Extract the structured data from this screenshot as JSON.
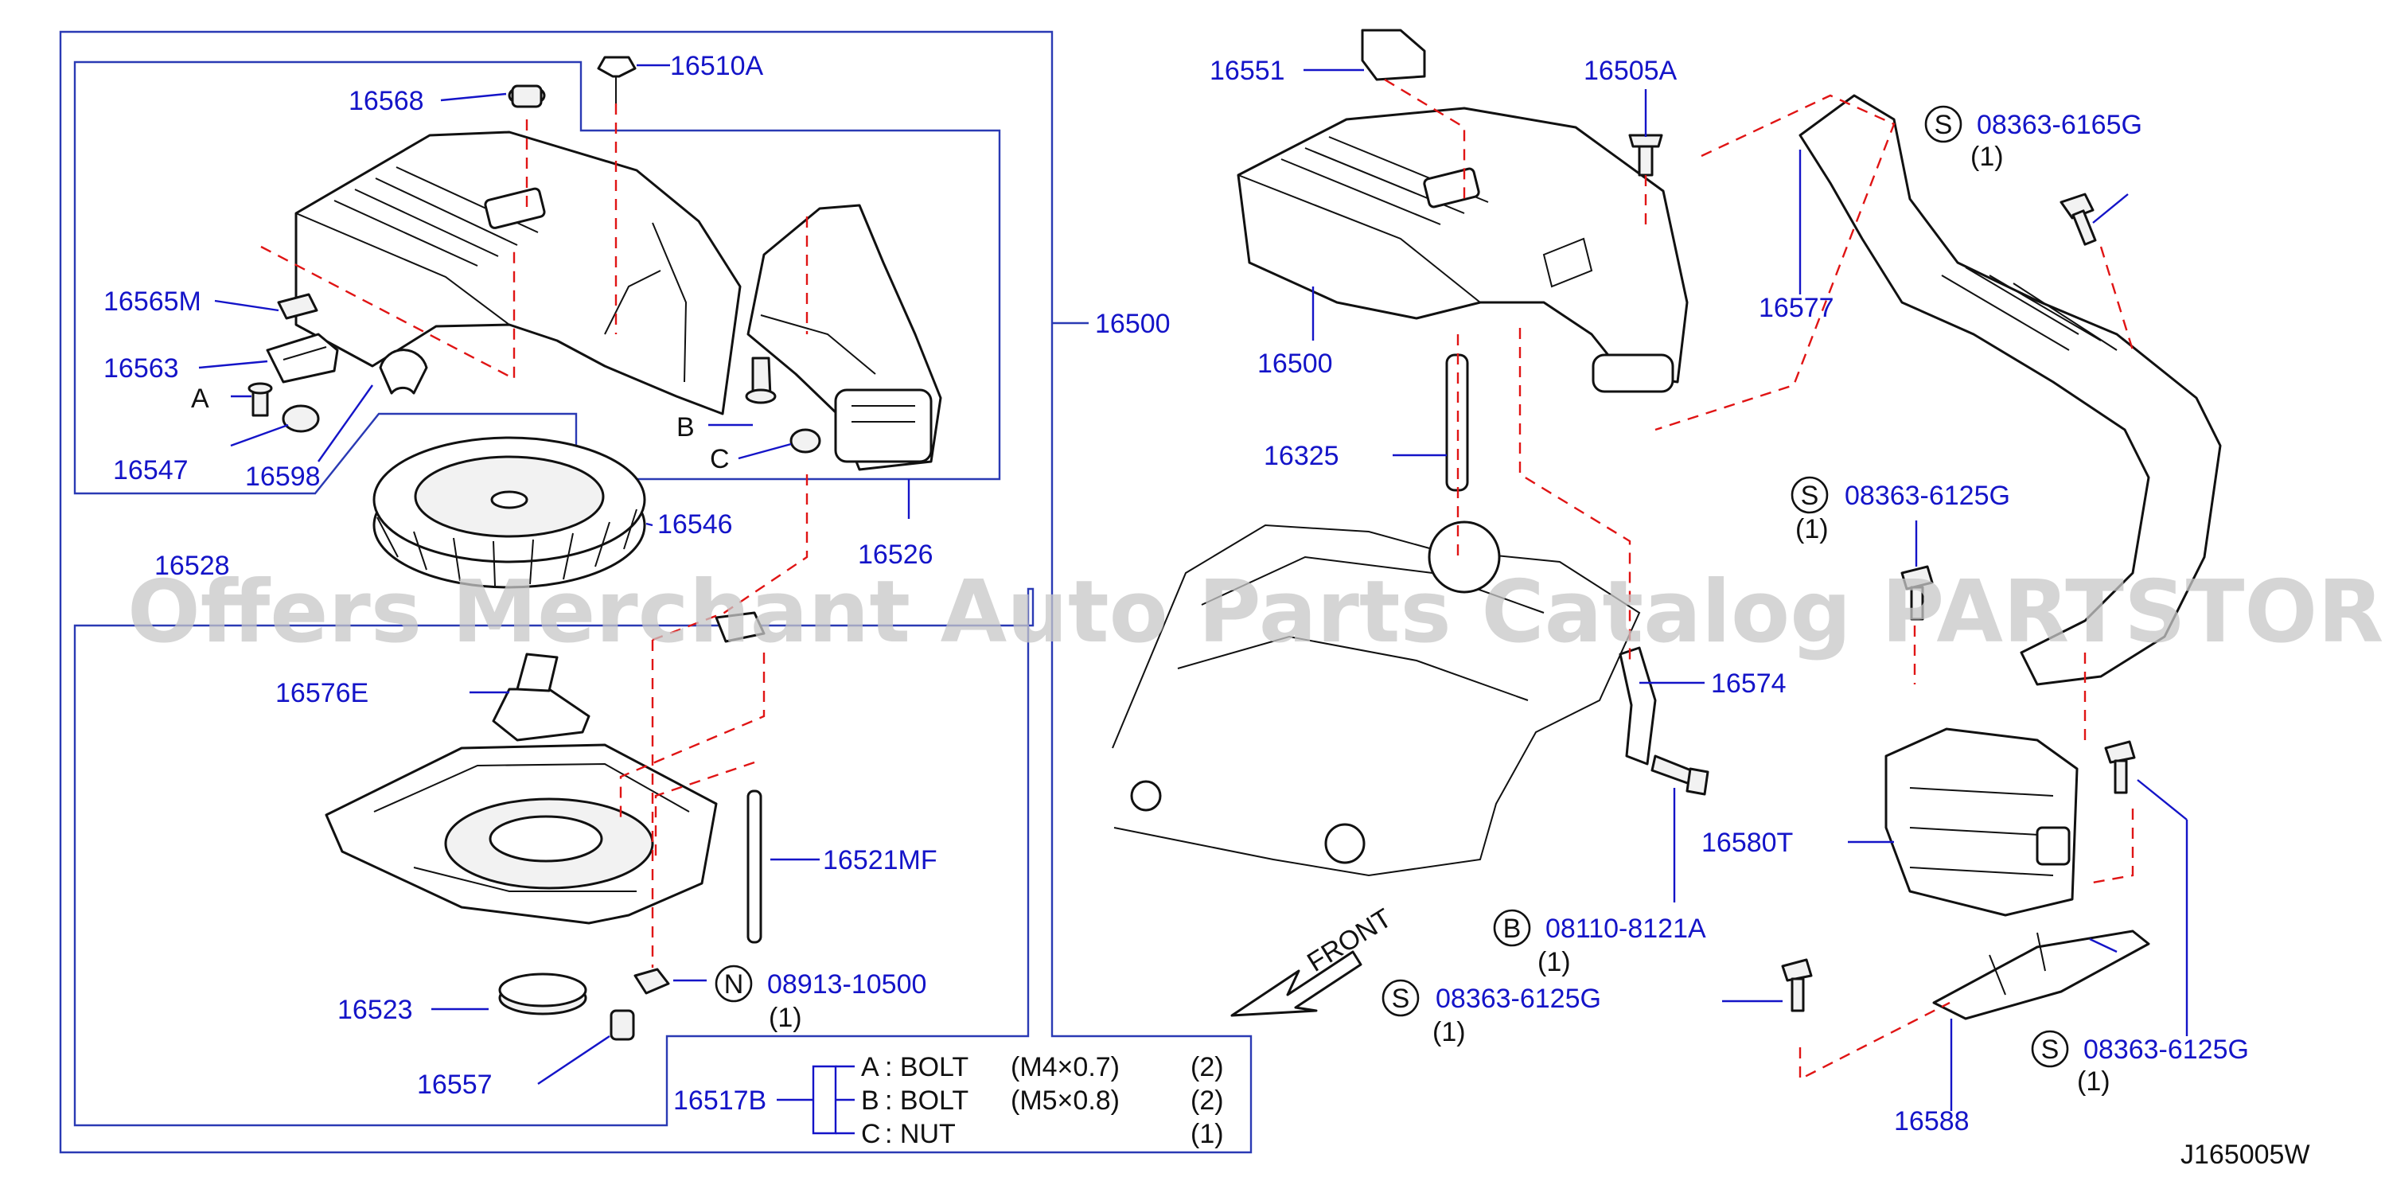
{
  "diagram_code": "J165005W",
  "watermark": "Offers Merchant Auto Parts Catalog PARTSTORE.SA",
  "front_label": "FRONT",
  "parts": {
    "p16510A": "16510A",
    "p16568": "16568",
    "p16565M": "16565M",
    "p16563": "16563",
    "p16547": "16547",
    "p16598": "16598",
    "p16546": "16546",
    "p16526": "16526",
    "p16528": "16528",
    "p16500_left": "16500",
    "p16576E": "16576E",
    "p16521MF": "16521MF",
    "p16523": "16523",
    "p16557": "16557",
    "p16517B": "16517B",
    "p16551": "16551",
    "p16505A": "16505A",
    "p16500_right": "16500",
    "p16325": "16325",
    "p16577": "16577",
    "p16574": "16574",
    "p16580T": "16580T",
    "p16588": "16588"
  },
  "callout_letters": {
    "a": "A",
    "b": "B",
    "c": "C"
  },
  "std_parts": [
    {
      "symbol": "N",
      "number": "08913-10500",
      "qty": "(1)"
    },
    {
      "symbol": "S",
      "number": "08363-6165G",
      "qty": "(1)"
    },
    {
      "symbol": "S",
      "number": "08363-6125G",
      "qty": "(1)"
    },
    {
      "symbol": "B",
      "number": "08110-8121A",
      "qty": "(1)"
    },
    {
      "symbol": "S",
      "number": "08363-6125G",
      "qty": "(1)"
    },
    {
      "symbol": "S",
      "number": "08363-6125G",
      "qty": "(1)"
    }
  ],
  "kit_legend": [
    {
      "letter": "A",
      "name": ": BOLT",
      "size": "(M4×0.7)",
      "qty": "(2)"
    },
    {
      "letter": "B",
      "name": ": BOLT",
      "size": "(M5×0.8)",
      "qty": "(2)"
    },
    {
      "letter": "C",
      "name": ": NUT",
      "size": "",
      "qty": "(1)"
    }
  ],
  "colors": {
    "label": "#1414c8",
    "leader_dash": "#e01414",
    "frame": "#2a3ab4",
    "ink": "#111111"
  }
}
